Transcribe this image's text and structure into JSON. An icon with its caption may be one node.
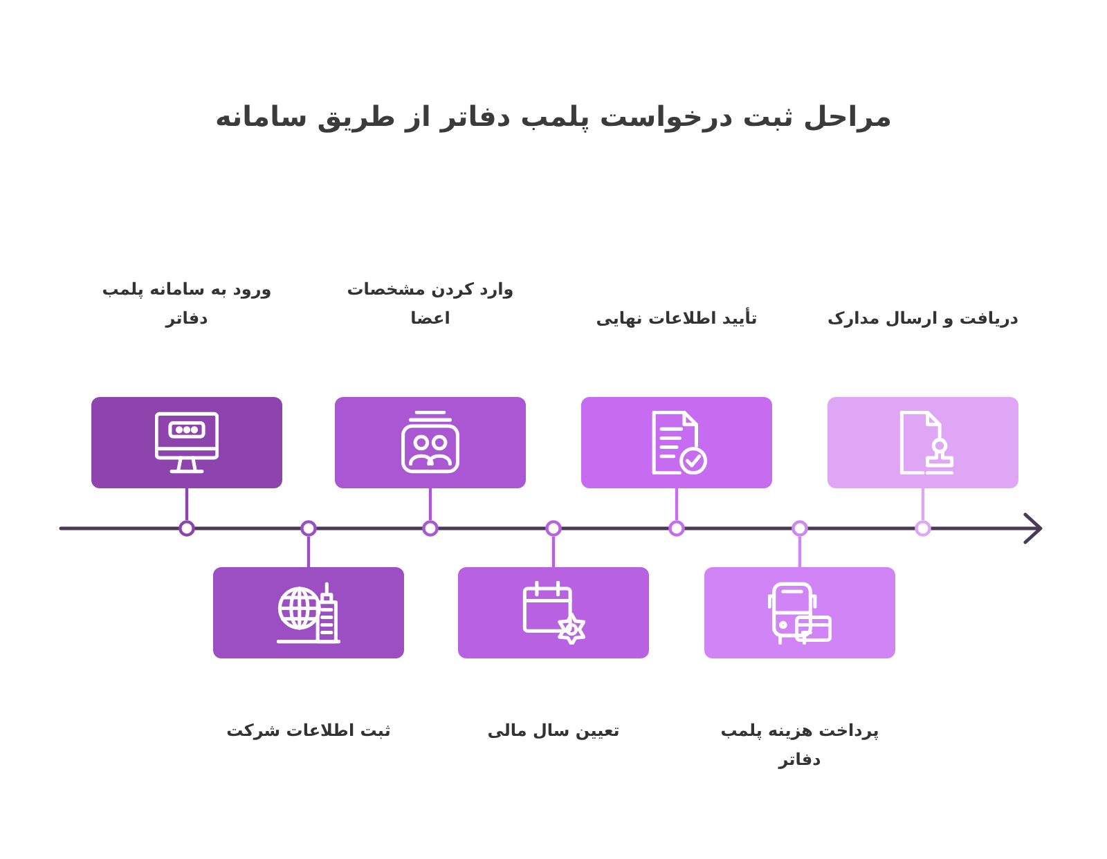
{
  "diagram": {
    "title": "مراحل ثبت درخواست پلمب دفاتر از طریق سامانه",
    "nodes": [
      {
        "text": [
          "ورود به سامانه پلمب دفاتر"
        ]
      },
      {
        "text": [
          "ثبت اطلاعات شرکت"
        ]
      },
      {
        "text": [
          "وارد کردن مشخصات اعضا"
        ]
      },
      {
        "text": [
          "تعیین سال مالی"
        ]
      },
      {
        "text": [
          "تأیید اطلاعات نهایی"
        ]
      },
      {
        "text": [
          "پرداخت هزینه پلمب دفاتر"
        ]
      },
      {
        "text": [
          "دریافت و ارسال مدارک"
        ]
      },
      {
        "text": [],
        "shape": "circle"
      },
      {
        "text": [],
        "shape": "circle"
      },
      {
        "text": [],
        "shape": "circle"
      },
      {
        "text": [],
        "shape": "circle"
      },
      {
        "text": [],
        "shape": "circle"
      },
      {
        "text": [],
        "shape": "circle"
      },
      {
        "text": [],
        "shape": "circle"
      }
    ],
    "edges": [
      {
        "from": 0,
        "to": 7,
        "arrow": "none",
        "color": "#8e44ad"
      },
      {
        "from": 1,
        "to": 8,
        "arrow": "none",
        "color": "#9b4fc2"
      },
      {
        "from": 2,
        "to": 9,
        "arrow": "none",
        "color": "#a957d3"
      },
      {
        "from": 3,
        "to": 10,
        "arrow": "none",
        "color": "#b862e2"
      },
      {
        "from": 4,
        "to": 11,
        "arrow": "none",
        "color": "#c56cf0"
      },
      {
        "from": 5,
        "to": 12,
        "arrow": "none",
        "color": "#d184f5"
      },
      {
        "from": 6,
        "to": 13,
        "arrow": "none",
        "color": "#e0a6f6"
      }
    ]
  }
}
